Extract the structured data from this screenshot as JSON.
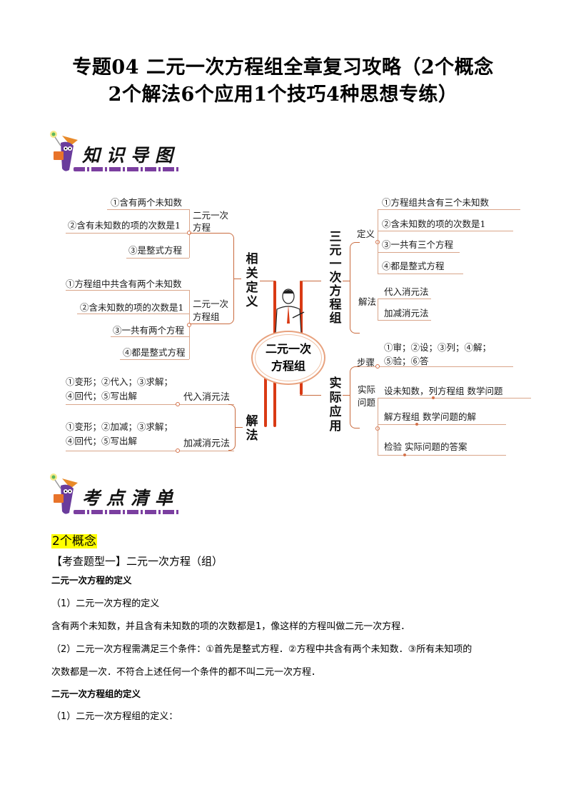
{
  "title": {
    "line1": "专题04 二元一次方程组全章复习攻略（2个概念",
    "line2": "2个解法6个应用1个技巧4种思想专练）"
  },
  "banners": {
    "mind_map": "知识导图",
    "checklist": "考点清单"
  },
  "mind_map": {
    "center": [
      "二元一次",
      "方程组"
    ],
    "left": {
      "related_definitions": {
        "label": "相关定义",
        "equation": {
          "label": [
            "二元一次",
            "方程"
          ],
          "items": [
            "①含有两个未知数",
            "②含有未知数的项的次数是1",
            "③是整式方程"
          ]
        },
        "system": {
          "label": [
            "二元一次",
            "方程组"
          ],
          "items": [
            "①方程组中共含有两个未知数",
            "②含未知数的项的次数是1",
            "③一共有两个方程",
            "④都是整式方程"
          ]
        }
      },
      "solutions": {
        "label": "解法",
        "substitution": {
          "label": "代入消元法",
          "steps": [
            "①变形；②代入；③求解；",
            "④回代；⑤写出解"
          ]
        },
        "elimination": {
          "label": "加减消元法",
          "steps": [
            "①变形；②加减；③求解；",
            "④回代；⑤写出解"
          ]
        }
      }
    },
    "right": {
      "three_var": {
        "label": "三元一次方程组",
        "definition": {
          "label": "定义",
          "items": [
            "①方程组共含有三个未知数",
            "②含未知数的项的次数是1",
            "③一共有三个方程",
            "④都是整式方程"
          ]
        },
        "methods": {
          "label": "解法",
          "items": [
            "代入消元法",
            "加减消元法"
          ]
        }
      },
      "application": {
        "label": "实际应用",
        "steps": {
          "label": "步骤",
          "lines": [
            "①审；②设；③列；④解；",
            "⑤验；⑥答"
          ]
        },
        "problems": {
          "label": [
            "实际",
            "问题"
          ],
          "rows": [
            {
              "left": "设未知数，列方程组",
              "right": "数学问题"
            },
            {
              "left": "解方程组",
              "right": "数学问题的解"
            },
            {
              "left": "检验",
              "right": "实际问题的答案"
            }
          ]
        }
      }
    }
  },
  "content": {
    "section": "2个概念",
    "question_type": "【考查题型一】二元一次方程（组）",
    "heading1": "二元一次方程的定义",
    "sub1": "（1）二元一次方程的定义",
    "para1": "含有两个未知数，并且含有未知数的项的次数都是1，像这样的方程叫做二元一次方程．",
    "para2_line1": "（2）二元一次方程需满足三个条件：①首先是整式方程．②方程中共含有两个未知数．③所有未知项的",
    "para2_line2": "次数都是一次．不符合上述任何一个条件的都不叫二元一次方程．",
    "heading2": "二元一次方程组的定义",
    "sub2": "（1）二元一次方程组的定义："
  }
}
